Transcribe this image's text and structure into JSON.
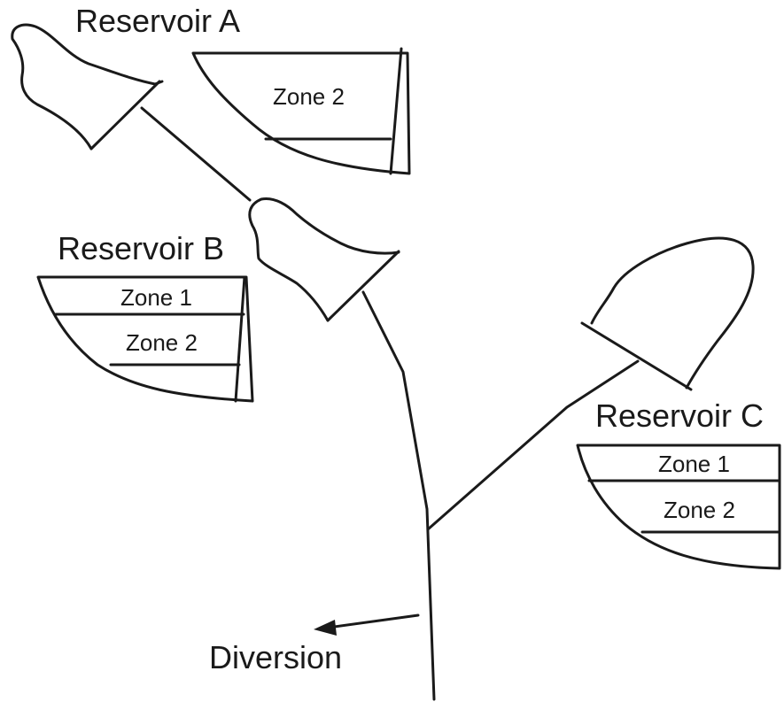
{
  "reservoirs": [
    {
      "name": "Reservoir A",
      "zones": [
        "Zone 2"
      ]
    },
    {
      "name": "Reservoir B",
      "zones": [
        "Zone 1",
        "Zone 2"
      ]
    },
    {
      "name": "Reservoir C",
      "zones": [
        "Zone 1",
        "Zone 2"
      ]
    }
  ],
  "diversion_label": "Diversion",
  "colors": {
    "line": "#1a1a1a",
    "background": "#ffffff"
  }
}
